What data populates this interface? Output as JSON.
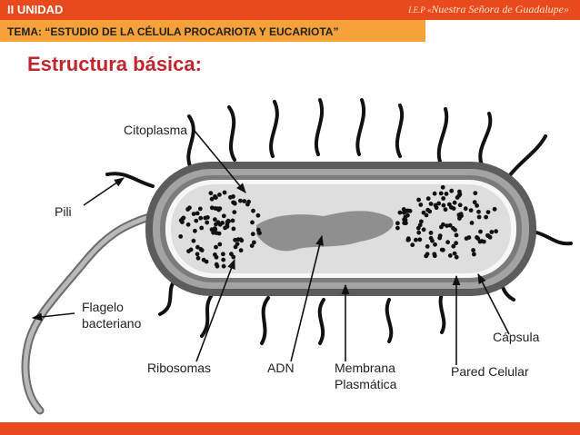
{
  "header": {
    "unit": "II  UNIDAD",
    "school_prefix": "I.E.P «",
    "school_name": "Nuestra  Señora de Guadalupe",
    "school_suffix": "»",
    "theme": "TEMA: “ESTUDIO  DE  LA  CÉLULA  PROCARIOTA  Y  EUCARIOTA”"
  },
  "slide": {
    "heading": "Estructura  básica:"
  },
  "diagram": {
    "labels": {
      "citoplasma": "Citoplasma",
      "pili": "Pili",
      "flagelo_1": "Flagelo",
      "flagelo_2": "bacteriano",
      "ribosomas": "Ribosomas",
      "adn": "ADN",
      "membrana_1": "Membrana",
      "membrana_2": "Plasmática",
      "capsula": "Cápsula",
      "pared": "Pared Celular"
    }
  },
  "colors": {
    "header_bar": "#e8491d",
    "theme_bar": "#f6a13a",
    "heading": "#c0272d"
  }
}
